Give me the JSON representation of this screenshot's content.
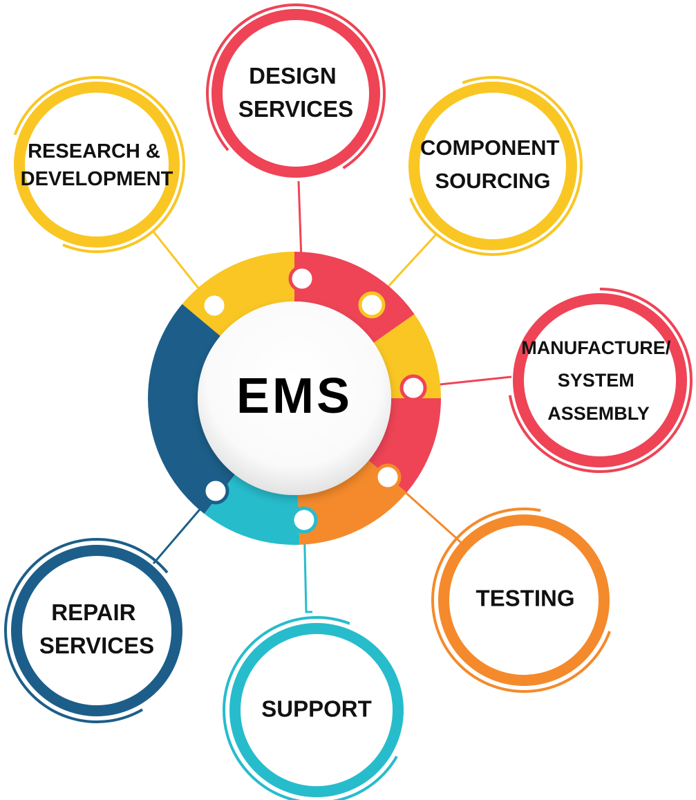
{
  "hub": {
    "label": "EMS"
  },
  "colors": {
    "yellow": "#F9C623",
    "red": "#EE4456",
    "orange": "#F48A2B",
    "teal": "#27BCCC",
    "navy": "#1C5E89"
  },
  "nodes": [
    {
      "id": "research",
      "lines": [
        "RESEARCH &",
        "DEVELOPMENT"
      ],
      "color": "yellow"
    },
    {
      "id": "design",
      "lines": [
        "DESIGN",
        "SERVICES"
      ],
      "color": "red"
    },
    {
      "id": "component",
      "lines": [
        "COMPONENT",
        "SOURCING"
      ],
      "color": "yellow"
    },
    {
      "id": "manufacture",
      "lines": [
        "MANUFACTURE/",
        "SYSTEM",
        "ASSEMBLY"
      ],
      "color": "red"
    },
    {
      "id": "testing",
      "lines": [
        "TESTING"
      ],
      "color": "orange"
    },
    {
      "id": "support",
      "lines": [
        "SUPPORT"
      ],
      "color": "teal"
    },
    {
      "id": "repair",
      "lines": [
        "REPAIR",
        "SERVICES"
      ],
      "color": "navy"
    }
  ]
}
